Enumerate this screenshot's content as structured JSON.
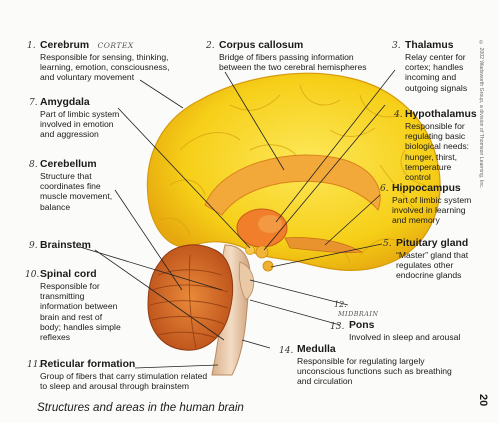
{
  "labels": {
    "cerebrum": {
      "number": "1.",
      "title": "Cerebrum",
      "annotation": "CORTEX",
      "desc": [
        "Responsible for sensing, thinking,",
        "learning, emotion, consciousness,",
        "and voluntary movement"
      ]
    },
    "corpus_callosum": {
      "number": "2.",
      "title": "Corpus callosum",
      "desc": [
        "Bridge of fibers passing information",
        "between the two cerebral hemispheres"
      ]
    },
    "thalamus": {
      "number": "3.",
      "title": "Thalamus",
      "desc": [
        "Relay center for",
        "cortex; handles",
        "incoming and",
        "outgoing signals"
      ]
    },
    "hypothalamus": {
      "number": "4.",
      "title": "Hypothalamus",
      "desc": [
        "Responsible for",
        "regulating basic",
        "biological needs:",
        "hunger, thirst,",
        "temperature",
        "control"
      ]
    },
    "amygdala": {
      "number": "7.",
      "title": "Amygdala",
      "desc": [
        "Part of limbic system",
        "involved in emotion",
        "and aggression"
      ]
    },
    "cerebellum": {
      "number": "8.",
      "title": "Cerebellum",
      "desc": [
        "Structure that",
        "coordinates fine",
        "muscle movement,",
        "balance"
      ]
    },
    "hippocampus": {
      "number": "6.",
      "title": "Hippocampus",
      "desc": [
        "Part of limbic system",
        "involved in learning",
        "and memory"
      ]
    },
    "brainstem": {
      "number": "9.",
      "title": "Brainstem"
    },
    "spinal_cord": {
      "number": "10.",
      "title": "Spinal cord",
      "desc": [
        "Responsible for",
        "transmitting",
        "information between",
        "brain and rest of",
        "body; handles simple",
        "reflexes"
      ]
    },
    "pituitary": {
      "number": "5.",
      "title": "Pituitary gland",
      "desc": [
        "“Master” gland that",
        "regulates other",
        "endocrine glands"
      ]
    },
    "midbrain": {
      "number": "12.",
      "annotation": "MIDBRAIN"
    },
    "pons": {
      "number": "13.",
      "title": "Pons",
      "desc": [
        "Involved in sleep and arousal"
      ]
    },
    "medulla": {
      "number": "14.",
      "title": "Medulla",
      "desc": [
        "Responsible for regulating largely",
        "unconscious functions such as breathing",
        "and circulation"
      ]
    },
    "reticular": {
      "number": "11.",
      "title": "Reticular formation",
      "desc": [
        "Group of fibers that carry stimulation related",
        "to sleep and arousal through brainstem"
      ]
    }
  },
  "caption": "Structures and areas in the human brain",
  "page_number": "20",
  "copyright": "© 2002 Wadsworth Group, a division of Thomson Learning, Inc.",
  "colors": {
    "cortex": "#f6cf18",
    "cortex_dark": "#e6a80e",
    "inner": "#f0952a",
    "stem": "#e7c6a6",
    "cerebellum": "#d96a24",
    "line": "#222222"
  }
}
